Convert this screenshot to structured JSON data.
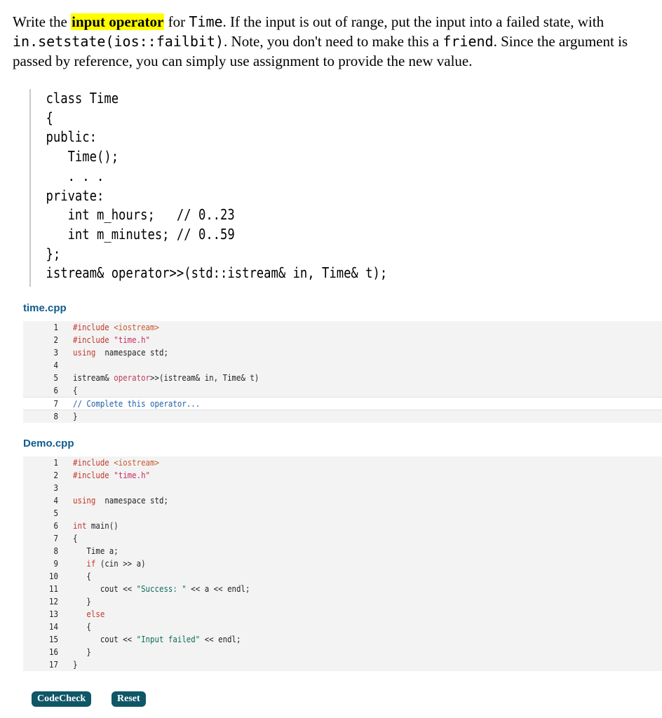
{
  "intro": {
    "t1": "Write the ",
    "highlight": "input operator",
    "t2": " for ",
    "code1": "Time",
    "t3": ". If the input is out of range, put the input into a failed state, with ",
    "code2": "in.setstate(ios::failbit)",
    "t4": ". Note, you don't need to make this a ",
    "code3": "friend",
    "t5": ". Since the argument is passed by reference, you can simply use assignment to provide the new value."
  },
  "class_decl": {
    "lines": [
      "class Time",
      "{",
      "public:",
      "   Time();",
      "   . . .",
      "private:",
      "   int m_hours;   // 0..23",
      "   int m_minutes; // 0..59",
      "};",
      "istream& operator>>(std::istream& in, Time& t);"
    ]
  },
  "time_cpp": {
    "label": "time.cpp",
    "lines": [
      {
        "n": "1",
        "parts": [
          [
            "pre",
            "#include "
          ],
          [
            "str",
            "<iostream>"
          ]
        ]
      },
      {
        "n": "2",
        "parts": [
          [
            "pre",
            "#include "
          ],
          [
            "lit",
            "\"time.h\""
          ]
        ]
      },
      {
        "n": "3",
        "parts": [
          [
            "kw",
            "using"
          ],
          [
            "",
            "  namespace std;"
          ]
        ]
      },
      {
        "n": "4",
        "parts": []
      },
      {
        "n": "5",
        "parts": [
          [
            "",
            "istream& "
          ],
          [
            "fn",
            "operator"
          ],
          [
            "",
            ">>(istream& in, Time& t)"
          ]
        ]
      },
      {
        "n": "6",
        "parts": [
          [
            "",
            "{"
          ]
        ]
      },
      {
        "n": "7",
        "parts": [
          [
            "cm",
            "// Complete this operator..."
          ]
        ],
        "active": true
      },
      {
        "n": "8",
        "parts": [
          [
            "",
            "}"
          ]
        ]
      }
    ]
  },
  "demo_cpp": {
    "label": "Demo.cpp",
    "lines": [
      {
        "n": "1",
        "parts": [
          [
            "pre",
            "#include "
          ],
          [
            "str",
            "<iostream>"
          ]
        ]
      },
      {
        "n": "2",
        "parts": [
          [
            "pre",
            "#include "
          ],
          [
            "lit",
            "\"time.h\""
          ]
        ]
      },
      {
        "n": "3",
        "parts": []
      },
      {
        "n": "4",
        "parts": [
          [
            "kw",
            "using"
          ],
          [
            "",
            "  namespace std;"
          ]
        ]
      },
      {
        "n": "5",
        "parts": []
      },
      {
        "n": "6",
        "parts": [
          [
            "kw",
            "int"
          ],
          [
            "",
            " main()"
          ]
        ]
      },
      {
        "n": "7",
        "parts": [
          [
            "",
            "{"
          ]
        ]
      },
      {
        "n": "8",
        "parts": [
          [
            "",
            "   Time a;"
          ]
        ]
      },
      {
        "n": "9",
        "parts": [
          [
            "",
            "   "
          ],
          [
            "kw",
            "if"
          ],
          [
            "",
            " (cin >> a)"
          ]
        ]
      },
      {
        "n": "10",
        "parts": [
          [
            "",
            "   {"
          ]
        ]
      },
      {
        "n": "11",
        "parts": [
          [
            "",
            "      cout << "
          ],
          [
            "sc",
            "\"Success: \""
          ],
          [
            "",
            " << a << endl;"
          ]
        ]
      },
      {
        "n": "12",
        "parts": [
          [
            "",
            "   }"
          ]
        ]
      },
      {
        "n": "13",
        "parts": [
          [
            "",
            "   "
          ],
          [
            "kw",
            "else"
          ]
        ]
      },
      {
        "n": "14",
        "parts": [
          [
            "",
            "   {"
          ]
        ]
      },
      {
        "n": "15",
        "parts": [
          [
            "",
            "      cout << "
          ],
          [
            "sc",
            "\"Input failed\""
          ],
          [
            "",
            " << endl;"
          ]
        ]
      },
      {
        "n": "16",
        "parts": [
          [
            "",
            "   }"
          ]
        ]
      },
      {
        "n": "17",
        "parts": [
          [
            "",
            "}"
          ]
        ]
      }
    ]
  },
  "buttons": {
    "codecheck": "CodeCheck",
    "reset": "Reset"
  }
}
